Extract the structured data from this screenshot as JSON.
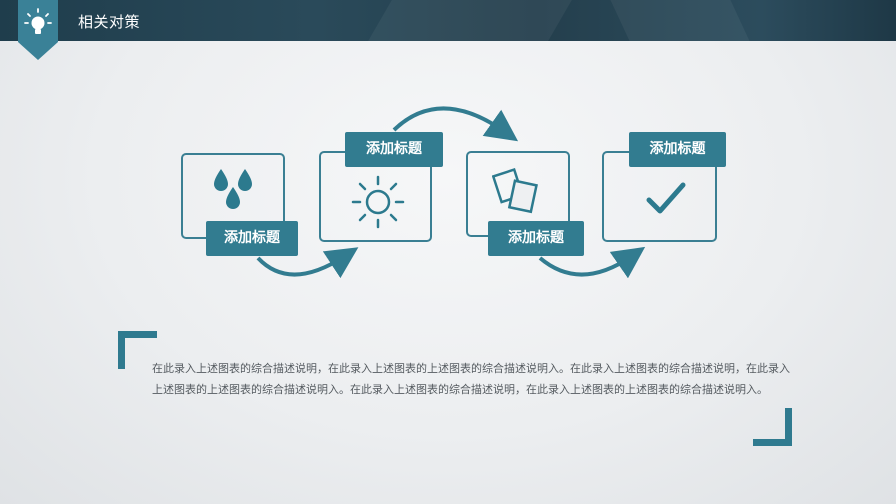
{
  "header": {
    "title": "相关对策",
    "icon": "lightbulb-icon"
  },
  "steps": [
    {
      "label": "添加标题",
      "icon": "water-drops-icon"
    },
    {
      "label": "添加标题",
      "icon": "sun-icon"
    },
    {
      "label": "添加标题",
      "icon": "documents-icon"
    },
    {
      "label": "添加标题",
      "icon": "checkmark-icon"
    }
  ],
  "description": "在此录入上述图表的综合描述说明，在此录入上述图表的上述图表的综合描述说明入。在此录入上述图表的综合描述说明，在此录入上述图表的上述图表的综合描述说明入。在此录入上述图表的综合描述说明，在此录入上述图表的上述图表的综合描述说明入。",
  "colors": {
    "accent": "#327c90",
    "header": "#243f4d",
    "text": "#555b60"
  }
}
